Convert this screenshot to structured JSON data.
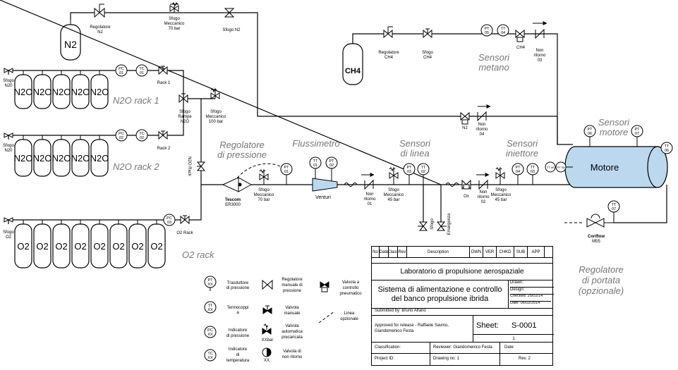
{
  "n2": {
    "tank": "N2",
    "regulator": [
      "Regolatore",
      "N2"
    ],
    "vent_mech": [
      "Sfogo",
      "Meccanico",
      "70 bar"
    ],
    "vent": "Sfogo N2"
  },
  "n2o": {
    "rack1_label": "N2O rack 1",
    "rack2_label": "N2O rack 2",
    "tank": "N2O",
    "vent_left": [
      "Sfogo",
      "N20"
    ],
    "rack1_valve": "Rack 1",
    "rack2_valve": "Rack 2",
    "pc": [
      "PC",
      "01"
    ],
    "tc": [
      "TC",
      "01"
    ],
    "pc2": [
      "PC",
      "02"
    ],
    "tc2": [
      "TC",
      "02"
    ],
    "vent_ramp": [
      "Sfogo",
      "Rampe",
      "N2O"
    ],
    "vent_mech": [
      "Sfogo",
      "Meccanico",
      "100 bar"
    ],
    "rack_vertical": "N2O Rack"
  },
  "o2": {
    "tank": "O2",
    "vent": [
      "Sfogo",
      "O2"
    ],
    "pc": [
      "PC",
      "03"
    ],
    "rack_valve": "O2 Rack",
    "rack_label": "O2 rack"
  },
  "ch4": {
    "tank": "CH4",
    "regulator": [
      "Regolatore",
      "CH4"
    ],
    "vent": [
      "Sfogo",
      "CH4"
    ],
    "pt05": [
      "PT",
      "05"
    ],
    "tt04": [
      "TT",
      "04"
    ],
    "valve": "CH4",
    "check": [
      "Non",
      "ritorno",
      "03"
    ],
    "sensors_label": [
      "Sensori",
      "metano"
    ]
  },
  "line": {
    "reg_label": [
      "Regolatore",
      "di pressione"
    ],
    "tescom": [
      "Tescom",
      "ER3000"
    ],
    "vent70": [
      "Sfogo",
      "Meccanico",
      "70 bar"
    ],
    "pt01": [
      "PT",
      "01"
    ],
    "flow_label": "Flussimetro",
    "tt01": [
      "TT",
      "01"
    ],
    "pt02": [
      "PT",
      "02"
    ],
    "venturi": "Venturi",
    "check01": [
      "Non",
      "ritorno",
      "01"
    ],
    "vent45": [
      "Sfogo",
      "Meccanico",
      "45 bar"
    ],
    "pt03": [
      "PT",
      "03"
    ],
    "tt02": [
      "TT",
      "02"
    ],
    "sens_label": [
      "Sensori",
      "di linea"
    ],
    "sfogo": "Sfogo",
    "emergenza": "Emergenza",
    "ox": "Ox",
    "check02": [
      "Non",
      "ritorno",
      "02"
    ],
    "vent45b": [
      "Sfogo",
      "Meccanico",
      "45 bar"
    ],
    "pt04": [
      "PT",
      "04"
    ],
    "tt03": [
      "TT",
      "03"
    ],
    "inj_label": [
      "Sensori",
      "iniettore"
    ],
    "n2v": "N2",
    "check04": [
      "Non",
      "ritorno",
      "04"
    ]
  },
  "motor": {
    "label": "Motore",
    "sensors_label": [
      "Sensori",
      "motore"
    ],
    "pt06": [
      "PT",
      "06"
    ],
    "pt07": [
      "PT",
      "07"
    ],
    "tt06": [
      "TT",
      "06"
    ],
    "side_a": "TT 05",
    "side_b": "PT 08"
  },
  "flowreg": {
    "tt07": [
      "TT",
      "07"
    ],
    "coriflow": [
      "Coriflow",
      "M55"
    ],
    "label": [
      "Regolatore",
      "di portata",
      "(opzionale)"
    ]
  },
  "legend": {
    "trasduttore": [
      "Trasduttore",
      "di pressione"
    ],
    "termocoppia": [
      "Termocoppi",
      "a"
    ],
    "ind_pressione": [
      "Indicatore",
      "di pressione"
    ],
    "ind_temperatura": [
      "Indicatore",
      "di",
      "temperatura"
    ],
    "reg_manuale": [
      "Regolatore",
      "manuale di",
      "pressione"
    ],
    "valvola_manuale": [
      "Valvola",
      "manuale"
    ],
    "valvola_auto": [
      "Valvola",
      "automatica",
      "precaricata"
    ],
    "xxbar": "XXbar",
    "non_ritorno": [
      "Valvola di",
      "non ritorno"
    ],
    "valvola_pneum": [
      "Valvola a",
      "controllo",
      "pneumatico"
    ],
    "linea_opz": [
      "Linea",
      "opzionale"
    ],
    "pt": "PT",
    "tt": "TT",
    "pc": "PC",
    "tc": "TC",
    "xx": "XX"
  },
  "titleblock": {
    "headers": [
      "No",
      "Date",
      "Class",
      "Rev",
      "Description",
      "DWN",
      "VER",
      "CHKD",
      "SUB",
      "APP"
    ],
    "lab": "Laboratorio di propulsione aerospaziale",
    "title": "Sistema di alimentazione e controllo del banco propulsione ibrida",
    "drawn": "Drawn:",
    "design": "Design:",
    "checked": "Checked: 25/02/14",
    "date": "Date: 06/02/2014",
    "submitted": "Submitted by: Bruno Alfano",
    "approved": "Approved for release - Raffaele Savino, Giandomenico Festa",
    "sheet_label": "Sheet:",
    "sheet_value": "S-0001",
    "sheet_count": "1",
    "classification": "Classification:",
    "reviewer": "Reviewer: Giandomenico Festa",
    "date2": "Date:",
    "project": "Project ID:",
    "drawing_no": "Drawing no: 1",
    "rev": "Rev. 2"
  }
}
